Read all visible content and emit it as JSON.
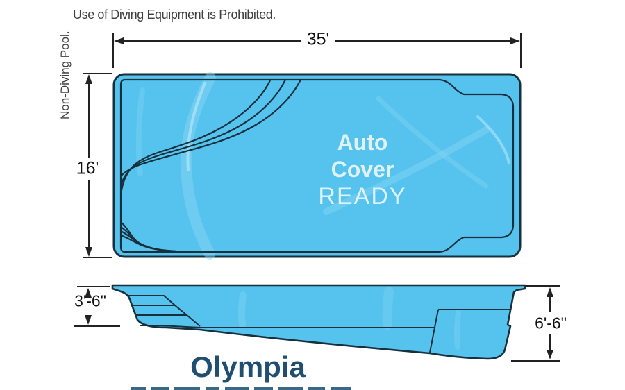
{
  "notices": {
    "diving": "Use of Diving Equipment is Prohibited.",
    "pool_type": "Non-Diving Pool."
  },
  "dimensions": {
    "length": "35'",
    "width": "16'",
    "shallow_depth": "3'-6\"",
    "deep_depth": "6'-6\""
  },
  "pool": {
    "model": "Olympia",
    "auto_cover": {
      "word1": "Auto",
      "word2": "Cover",
      "word3": "READY"
    }
  },
  "colors": {
    "water": "#56c3ee",
    "water_highlight": "#8bd8f4",
    "outline": "#17303d",
    "overlay_text": "#dff2fb",
    "title_text": "#1f4e70",
    "dimension_text": "#101010",
    "notice_text": "#3f3f3f"
  }
}
